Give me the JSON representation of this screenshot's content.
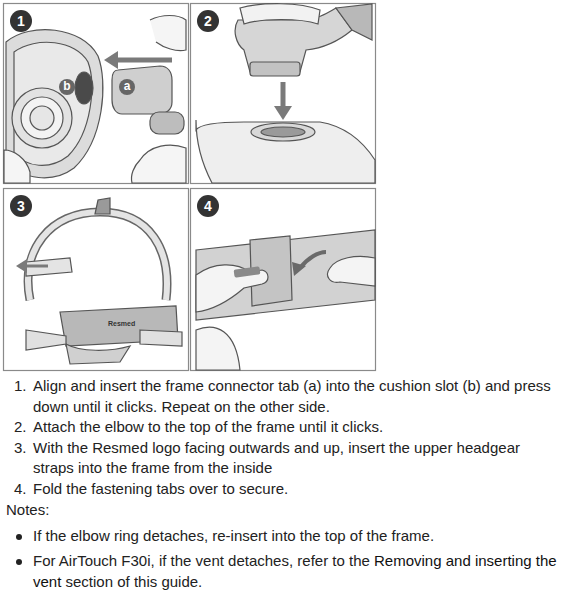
{
  "diagram": {
    "labels": [
      "1",
      "2",
      "3",
      "4",
      "b",
      "a",
      "Resmed",
      "1.",
      "Align and insert the frame connector tab (a) into the cushion slot (b) and press down until it clicks. Repeat on the other side.",
      "2.",
      "Attach the elbow to the top of the frame until it clicks.",
      "3.",
      "With the Resmed logo facing outwards and up, insert the upper headgear straps into the frame from the inside",
      "4.",
      "Fold the fastening tabs over to secure.",
      "Notes:",
      "If the elbow ring detaches, re-insert into the top of the frame.",
      "For AirTouch F30i, if the vent detaches, refer to the",
      "Removing and inserting the vent",
      "section of this guide."
    ]
  }
}
